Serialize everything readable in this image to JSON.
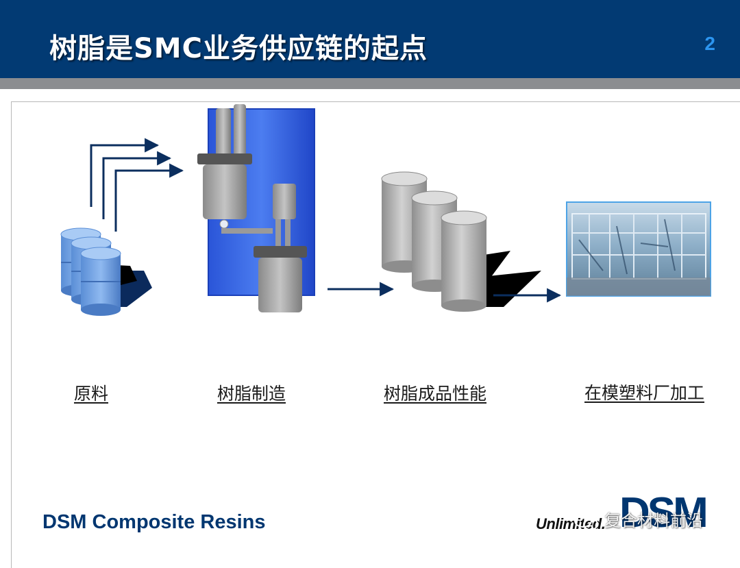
{
  "header": {
    "title": "树脂是SMC业务供应链的起点",
    "page_number": "2",
    "bg_color": "#023a73",
    "page_number_color": "#2c95f0"
  },
  "steps": [
    {
      "label": "原料",
      "icon": "raw-material-drums-icon"
    },
    {
      "label": "树脂制造",
      "icon": "resin-reactor-icon"
    },
    {
      "label": "树脂成品性能",
      "icon": "resin-product-cylinders-icon"
    },
    {
      "label": "在模塑料厂加工",
      "icon": "molding-plant-photo"
    }
  ],
  "footer": {
    "brand": "DSM Composite Resins",
    "slogan": "Unlimited.",
    "logo": "DSM",
    "watermark": "复合材料前沿"
  },
  "colors": {
    "drum_blue": "#6fa0e0",
    "reactor_panel": "#2f63e6",
    "cylinder_gray": "#b6b6b6",
    "arrow_navy": "#0b2e5e"
  }
}
